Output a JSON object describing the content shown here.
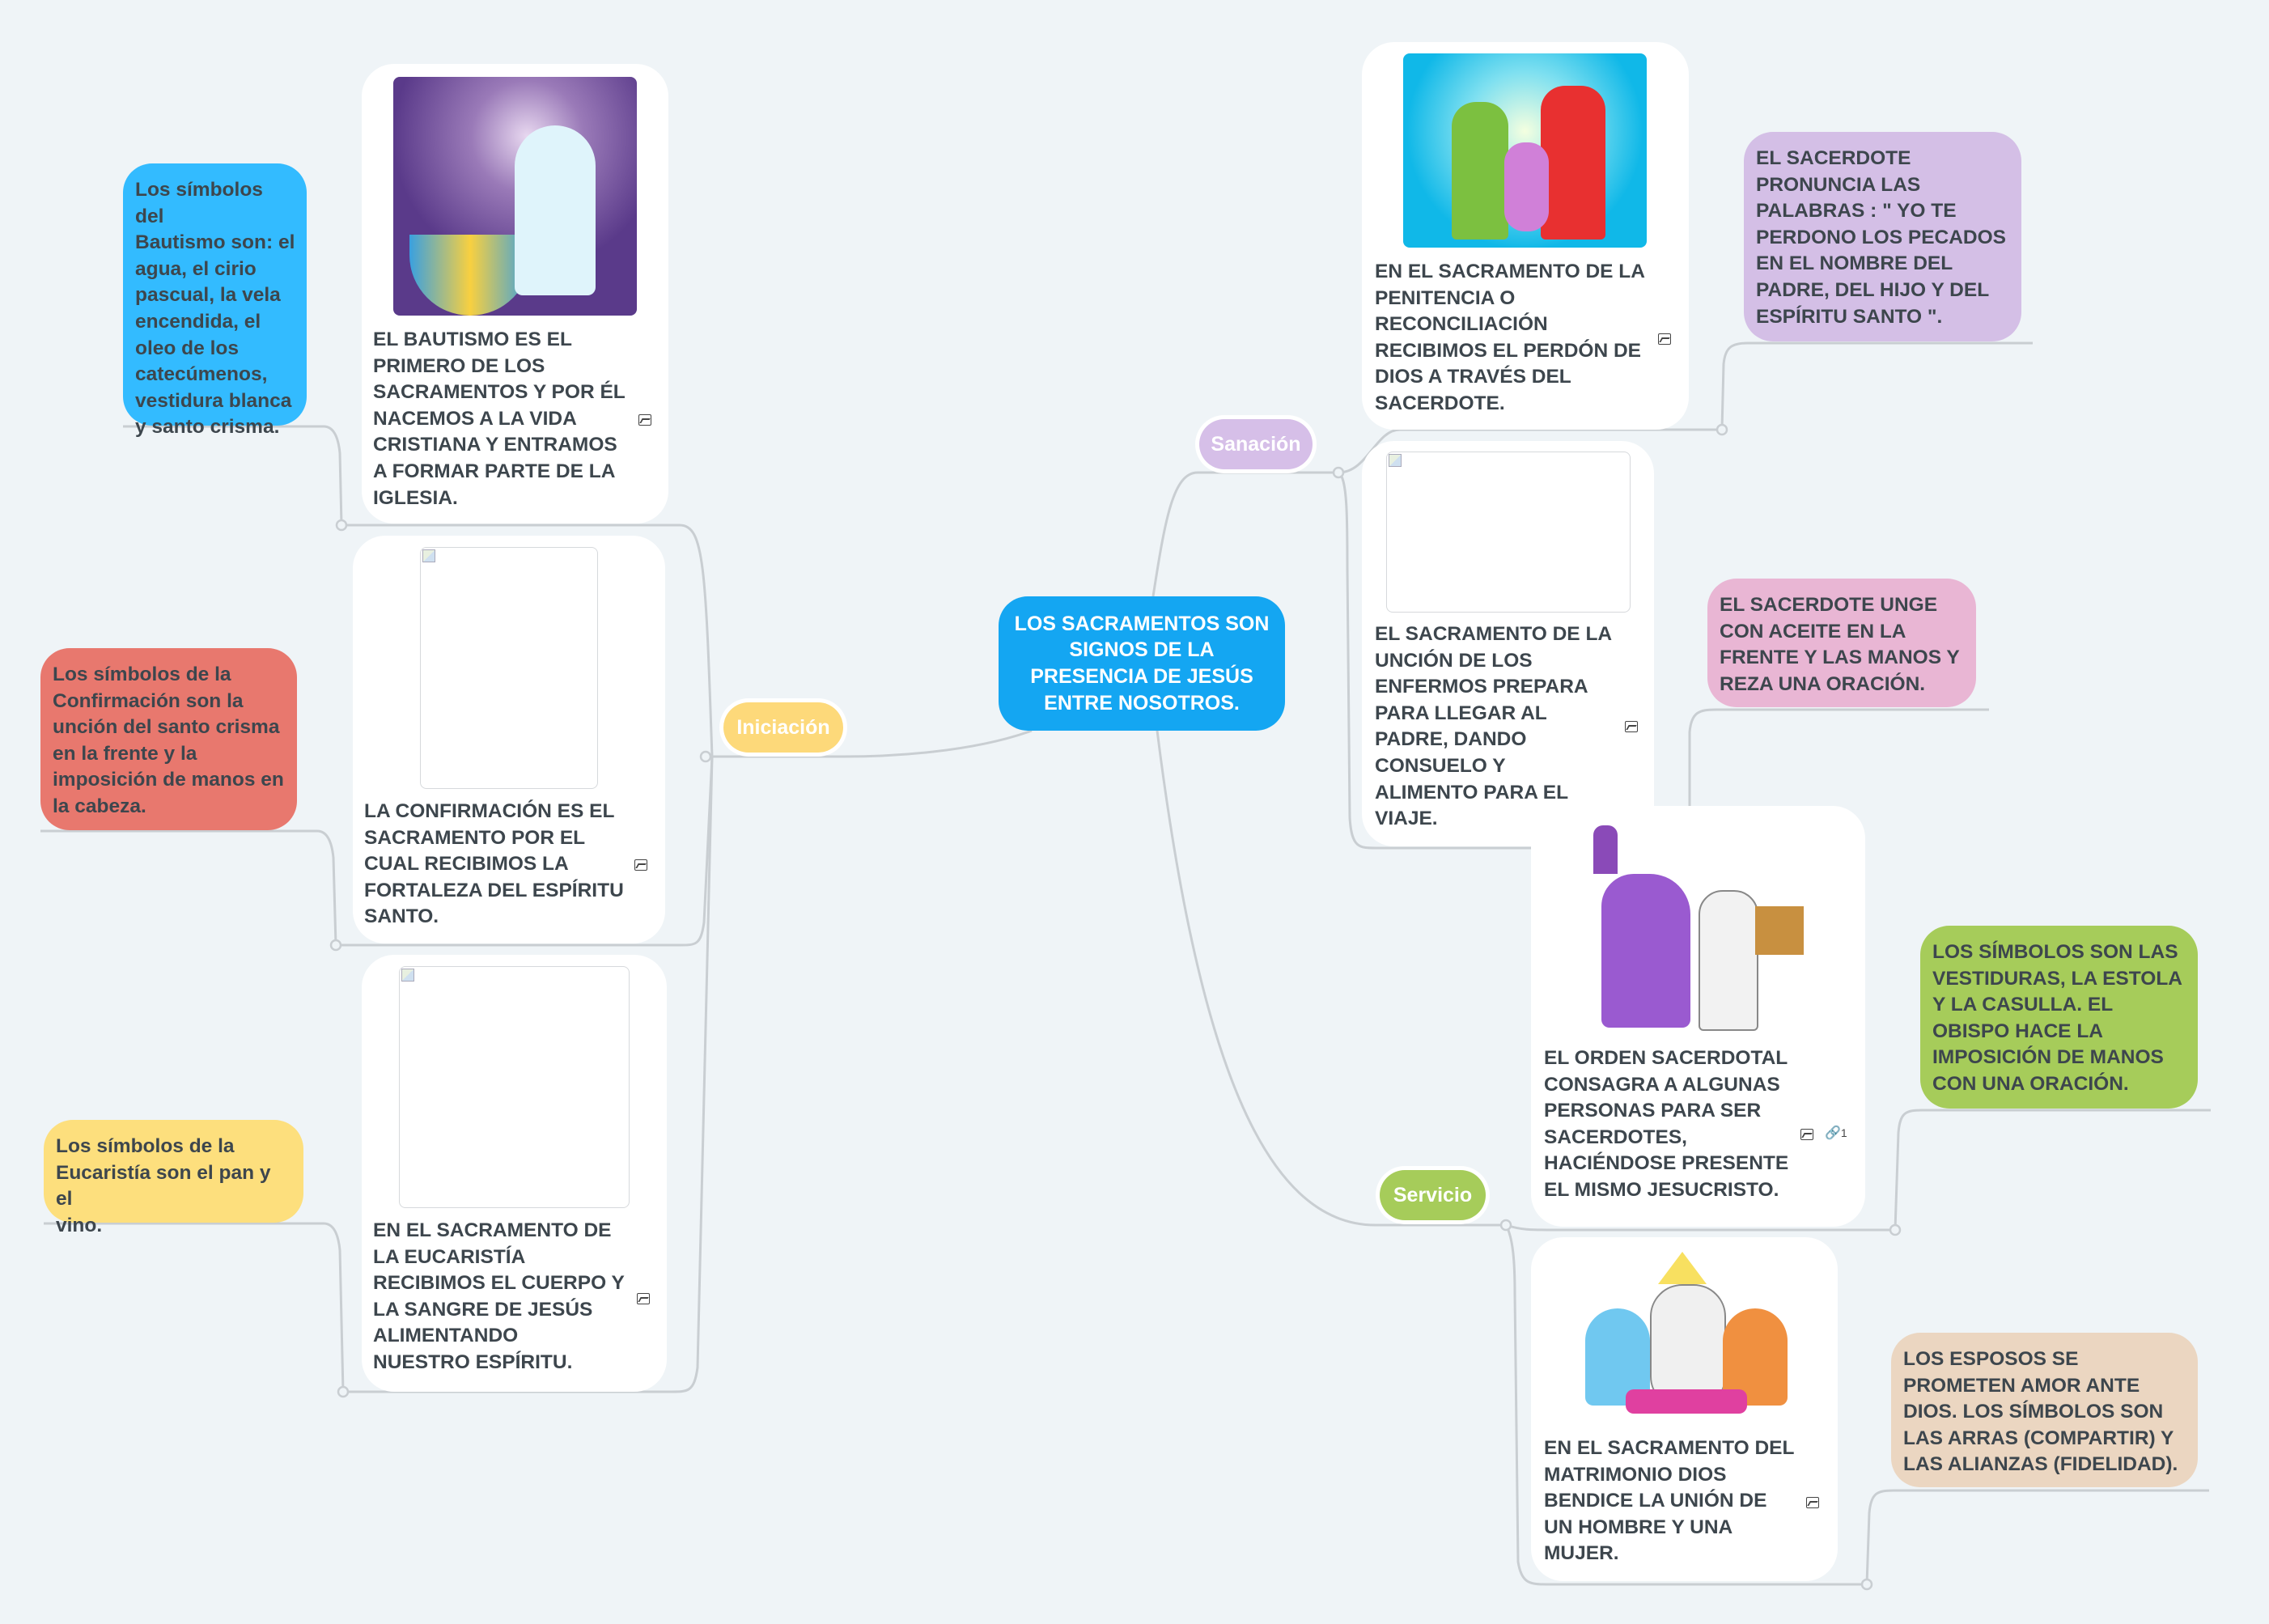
{
  "colors": {
    "central": "#14a6f2",
    "iniciacion": "#fdd97a",
    "sanacion": "#d6bfe8",
    "servicio": "#a6cc5a",
    "line": "#c9ced2",
    "text": "#3d464d"
  },
  "central": {
    "label": "LOS SACRAMENTOS SON\nSIGNOS DE LA\nPRESENCIA DE JESÚS\nENTRE NOSOTROS."
  },
  "topics": {
    "iniciacion": "Iniciación",
    "sanacion": "Sanación",
    "servicio": "Servicio"
  },
  "cards": {
    "bautismo": {
      "text": "EL BAUTISMO ES EL\nPRIMERO DE LOS\nSACRAMENTOS Y POR ÉL\nNACEMOS A LA VIDA\nCRISTIANA Y ENTRAMOS\nA FORMAR PARTE DE LA\nIGLESIA.",
      "icon": "image-icon"
    },
    "confirmacion": {
      "text": "LA CONFIRMACIÓN ES EL\nSACRAMENTO POR EL\nCUAL RECIBIMOS LA\nFORTALEZA DEL ESPÍRITU\nSANTO.",
      "icon": "image-icon"
    },
    "eucaristia": {
      "text": "EN EL SACRAMENTO DE\nLA EUCARISTÍA\nRECIBIMOS EL CUERPO Y\nLA SANGRE DE JESÚS\nALIMENTANDO\nNUESTRO ESPÍRITU.",
      "icon": "image-icon"
    },
    "penitencia": {
      "text": "EN EL SACRAMENTO DE LA\nPENITENCIA O\nRECONCILIACIÓN\nRECIBIMOS EL PERDÓN DE\nDIOS A TRAVÉS DEL\nSACERDOTE.",
      "icon": "image-icon"
    },
    "uncion": {
      "text": "EL SACRAMENTO DE LA\nUNCIÓN DE LOS\nENFERMOS PREPARA\nPARA LLEGAR AL\nPADRE, DANDO\nCONSUELO Y\nALIMENTO PARA EL\nVIAJE.",
      "icon": "image-icon"
    },
    "orden": {
      "text": "EL ORDEN SACERDOTAL\nCONSAGRA A ALGUNAS\nPERSONAS PARA SER\nSACERDOTES,\nHACIÉNDOSE PRESENTE\nEL MISMO JESUCRISTO.",
      "icon": "image-icon",
      "link_count": "1"
    },
    "matrimonio": {
      "text": "EN EL SACRAMENTO DEL\nMATRIMONIO DIOS\nBENDICE LA UNIÓN DE\nUN HOMBRE Y UNA\nMUJER.",
      "icon": "image-icon"
    }
  },
  "notes": {
    "bautismo": {
      "text": "Los símbolos del\nBautismo son: el\nagua, el cirio\npascual, la vela\nencendida, el\noleo de los\ncatecúmenos,\nvestidura blanca\ny santo crisma.",
      "color": "#33bbff"
    },
    "confirmacion": {
      "text": "Los símbolos de la\nConfirmación son la\nunción del santo crisma\nen la frente y la\nimposición de manos en\nla cabeza.",
      "color": "#e8786e"
    },
    "eucaristia": {
      "text": "Los símbolos de la\nEucaristía son el pan y el\nvino.",
      "color": "#fddf7d"
    },
    "penitencia": {
      "text": "EL SACERDOTE\nPRONUNCIA LAS\nPALABRAS : \" YO TE\nPERDONO LOS PECADOS\nEN EL NOMBRE DEL\nPADRE, DEL HIJO Y DEL\nESPÍRITU SANTO \".",
      "color": "#d4bfe6"
    },
    "uncion": {
      "text": "EL SACERDOTE UNGE\nCON ACEITE EN LA\nFRENTE Y LAS MANOS Y\nREZA UNA ORACIÓN.",
      "color": "#e9b6d4"
    },
    "orden": {
      "text": "LOS SÍMBOLOS SON LAS\nVESTIDURAS, LA ESTOLA\nY LA CASULLA. EL\nOBISPO HACE LA\nIMPOSICIÓN DE MANOS\nCON UNA ORACIÓN.",
      "color": "#a6cc5a"
    },
    "matrimonio": {
      "text": "LOS ESPOSOS SE\nPROMETEN AMOR ANTE\nDIOS.  LOS SÍMBOLOS SON\nLAS ARRAS (COMPARTIR) Y\nLAS ALIANZAS (FIDELIDAD).",
      "color": "#ebd6c1"
    }
  }
}
